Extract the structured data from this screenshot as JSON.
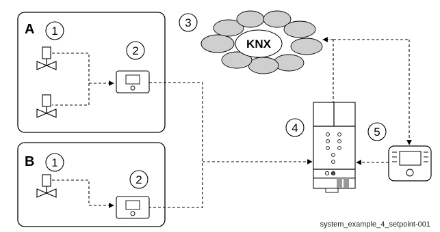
{
  "zones": [
    {
      "label": "A"
    },
    {
      "label": "B"
    }
  ],
  "callouts": {
    "valve_a": "1",
    "controller_a": "2",
    "knx_bus": "3",
    "gateway": "4",
    "room_unit": "5",
    "valve_b": "1",
    "controller_b": "2"
  },
  "knx": {
    "label": "KNX"
  },
  "caption": "system_example_4_setpoint-001"
}
